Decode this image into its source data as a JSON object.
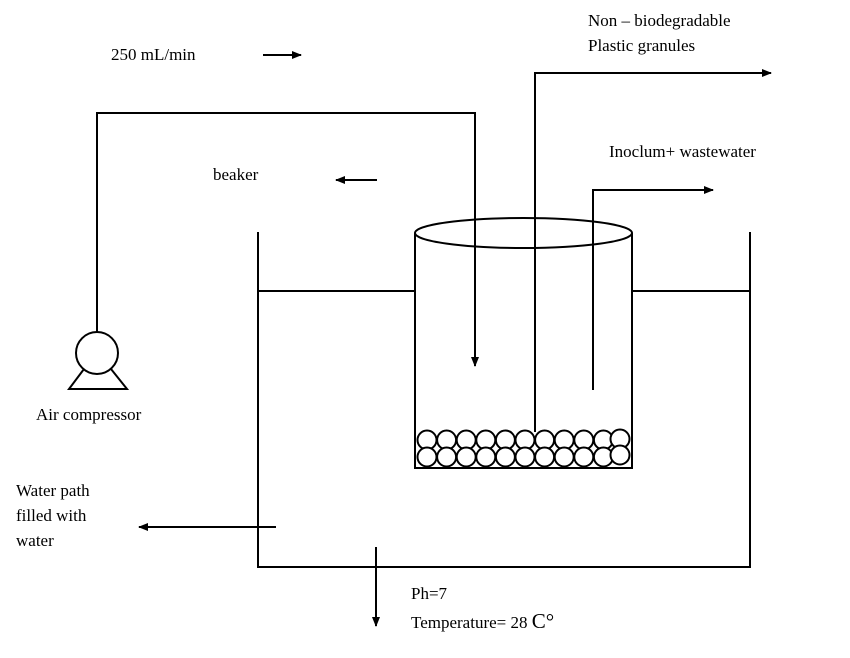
{
  "labels": {
    "flow_rate": "250 mL/min",
    "outlet_line1": "Non – biodegradable",
    "outlet_line2": "Plastic granules",
    "inoculum": "Inoclum+ wastewater",
    "beaker": "beaker",
    "air_compressor": "Air compressor",
    "water_path_line1": "Water path",
    "water_path_line2": "filled with",
    "water_path_line3": "water",
    "ph": "Ph=7",
    "temperature_prefix": "Temperature= 28 ",
    "temperature_unit": "C°"
  },
  "granule_rows": 2,
  "granules_per_row": 11
}
